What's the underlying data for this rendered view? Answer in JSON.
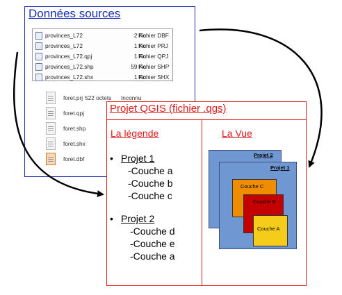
{
  "sources": {
    "title": "Données sources",
    "files_top": [
      {
        "name": "provinces_L72",
        "size": "2 Ko",
        "type": "Fichier DBF",
        "icon": "dbf-file-icon"
      },
      {
        "name": "provinces_L72",
        "size": "1 Ko",
        "type": "Fichier PRJ",
        "icon": "prj-file-icon"
      },
      {
        "name": "provinces_L72.qpj",
        "size": "1 Ko",
        "type": "Fichier QPJ",
        "icon": "qpj-file-icon"
      },
      {
        "name": "provinces_L72.shp",
        "size": "59 Ko",
        "type": "Fichier SHP",
        "icon": "shp-file-icon"
      },
      {
        "name": "provinces_L72.shx",
        "size": "1 Ko",
        "type": "Fichier SHX",
        "icon": "shx-file-icon"
      }
    ],
    "files_bottom": [
      {
        "name": "foret.prj",
        "size": "522 octets",
        "type": "Inconnu",
        "icon": "document-icon"
      },
      {
        "name": "foret.qpj",
        "size": "",
        "type": "",
        "icon": "document-icon"
      },
      {
        "name": "foret.shp",
        "size": "",
        "type": "",
        "icon": "document-icon"
      },
      {
        "name": "foret.shx",
        "size": "",
        "type": "",
        "icon": "document-icon"
      },
      {
        "name": "foret.dbf",
        "size": "",
        "type": "",
        "icon": "spreadsheet-icon"
      }
    ]
  },
  "project": {
    "title": "Projet QGIS (fichier .qgs)",
    "legend_heading": "La légende",
    "view_heading": "La  Vue",
    "legend": [
      {
        "bullet": "•",
        "label": "Projet 1",
        "layers": [
          "-Couche a",
          "-Couche b",
          "-Couche c"
        ]
      },
      {
        "bullet": "•",
        "label": "Projet 2",
        "layers": [
          "-Couche d",
          "-Couche e",
          "-Couche a"
        ]
      }
    ],
    "view": {
      "frames": [
        "Projet 2",
        "Projet 1"
      ],
      "layers": [
        "Couche C",
        "Couche B",
        "Couche A"
      ]
    }
  },
  "colors": {
    "sources_border": "#1d2fb0",
    "project_border": "#e01b1b",
    "frame_fill": "#6f97d1",
    "couche_c": "#f08c00",
    "couche_b": "#c40000",
    "couche_a": "#f5cc19"
  }
}
